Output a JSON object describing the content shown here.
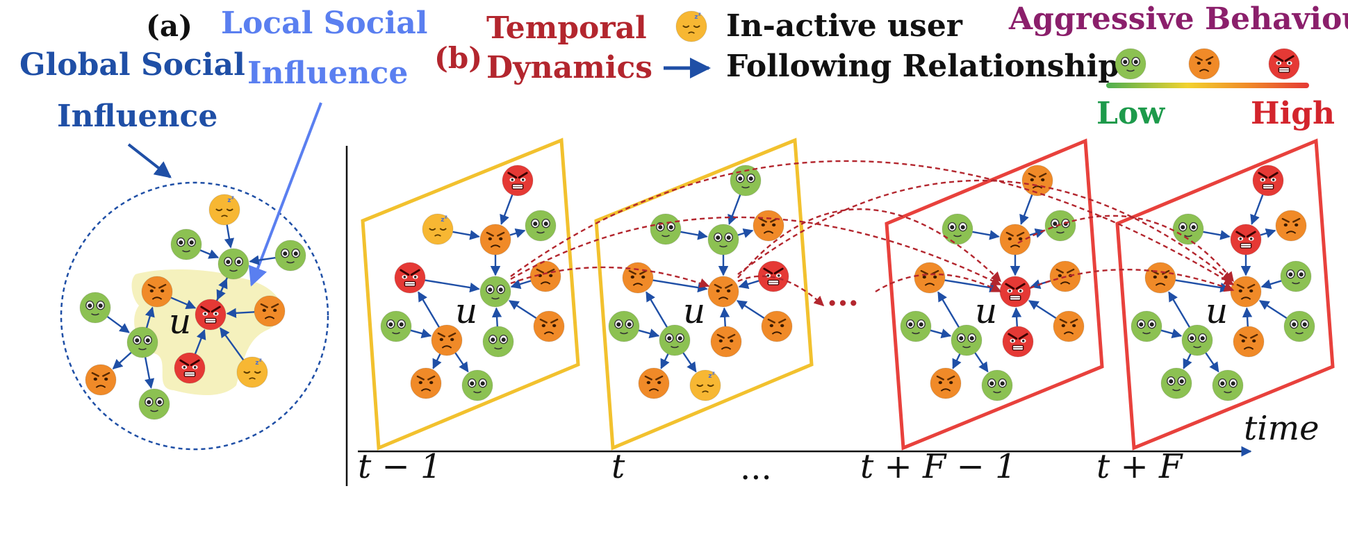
{
  "labels": {
    "part_a": "(a)",
    "global_line1": "Global Social",
    "global_line2": "Influence",
    "local_line1": "Local Social",
    "local_line2": "Influence",
    "part_b": "(b)",
    "temporal_line1": "Temporal",
    "temporal_line2": "Dynamics",
    "inactive": "In-active user",
    "following": "Following Relationship",
    "aggressive": "Aggressive Behaviour",
    "low": "Low",
    "high": "High",
    "ellipsis": "...",
    "time_axis": "time",
    "node_u": "u"
  },
  "time_ticks": [
    "t − 1",
    "t",
    "...",
    "t + F − 1",
    "t + F"
  ],
  "colors": {
    "low": "#8cc152",
    "medium": "#f08a28",
    "high": "#e53935",
    "inactive": "#f7b733",
    "edge": "#1f4fa6",
    "temporal": "#b3262e",
    "frame_early": "#f2c12e",
    "frame_late": "#e8413c",
    "global_text": "#1f4fa6",
    "local_text": "#5a7ff0",
    "aggressive_text": "#8b1f6b",
    "low_text": "#1d9a4b",
    "high_text": "#d3242c"
  }
}
